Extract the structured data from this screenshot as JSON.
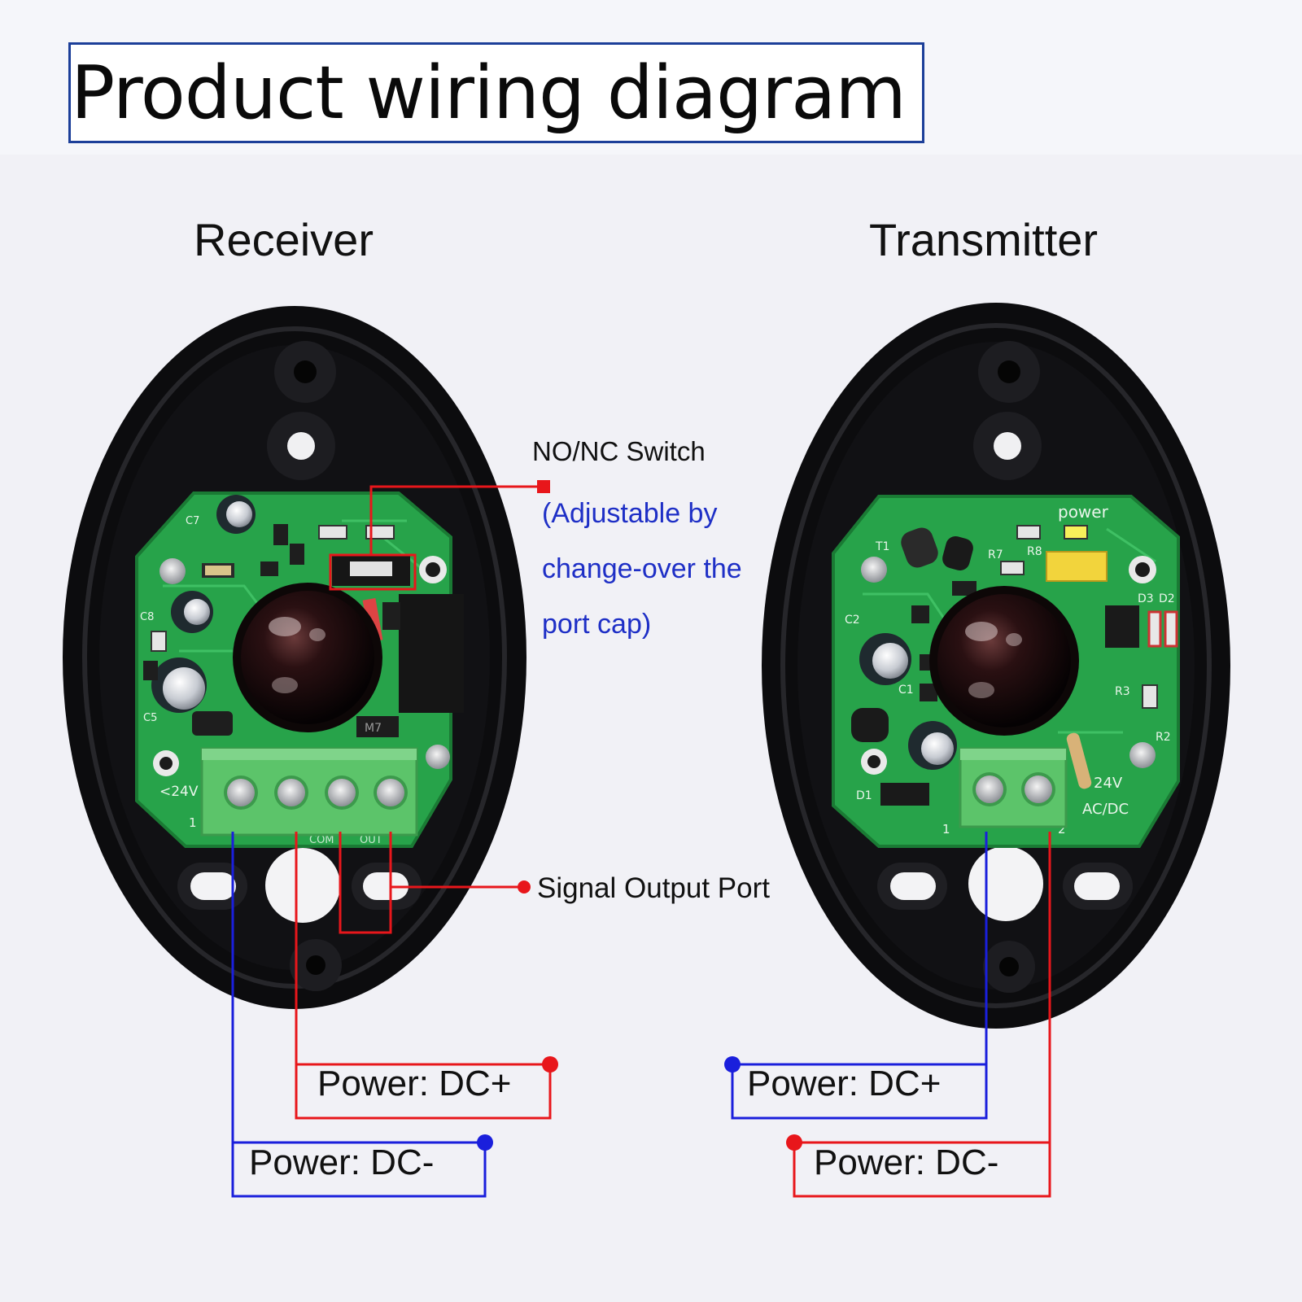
{
  "title": "Product wiring diagram",
  "sections": {
    "receiver": "Receiver",
    "transmitter": "Transmitter"
  },
  "annotations": {
    "switch_title": "NO/NC Switch",
    "switch_note_line1": "(Adjustable by",
    "switch_note_line2": "change-over the",
    "switch_note_line3": "port cap)",
    "signal_output": "Signal Output Port"
  },
  "receiver_board": {
    "silkscreen": [
      "C7",
      "C8",
      "C5",
      "<24V",
      "1",
      "COM",
      "OUT",
      "M7"
    ],
    "terminal_count": 4
  },
  "transmitter_board": {
    "silkscreen": [
      "power",
      "T1",
      "R7",
      "R8",
      "C2",
      "C1",
      "D3",
      "D2",
      "R3",
      "R2",
      "D1",
      "24V",
      "AC/DC",
      "1",
      "2"
    ],
    "terminal_count": 2
  },
  "power_labels": {
    "receiver_dc_plus": "Power: DC+",
    "receiver_dc_minus": "Power: DC-",
    "transmitter_dc_plus": "Power: DC+",
    "transmitter_dc_minus": "Power: DC-"
  },
  "colors": {
    "positive_wire": "#e8161b",
    "negative_wire": "#1a1fdc",
    "title_border": "#1c3f99",
    "pcb_green": "#27a34a",
    "terminal_green": "#5cc46a",
    "housing": "#0e0e10"
  }
}
